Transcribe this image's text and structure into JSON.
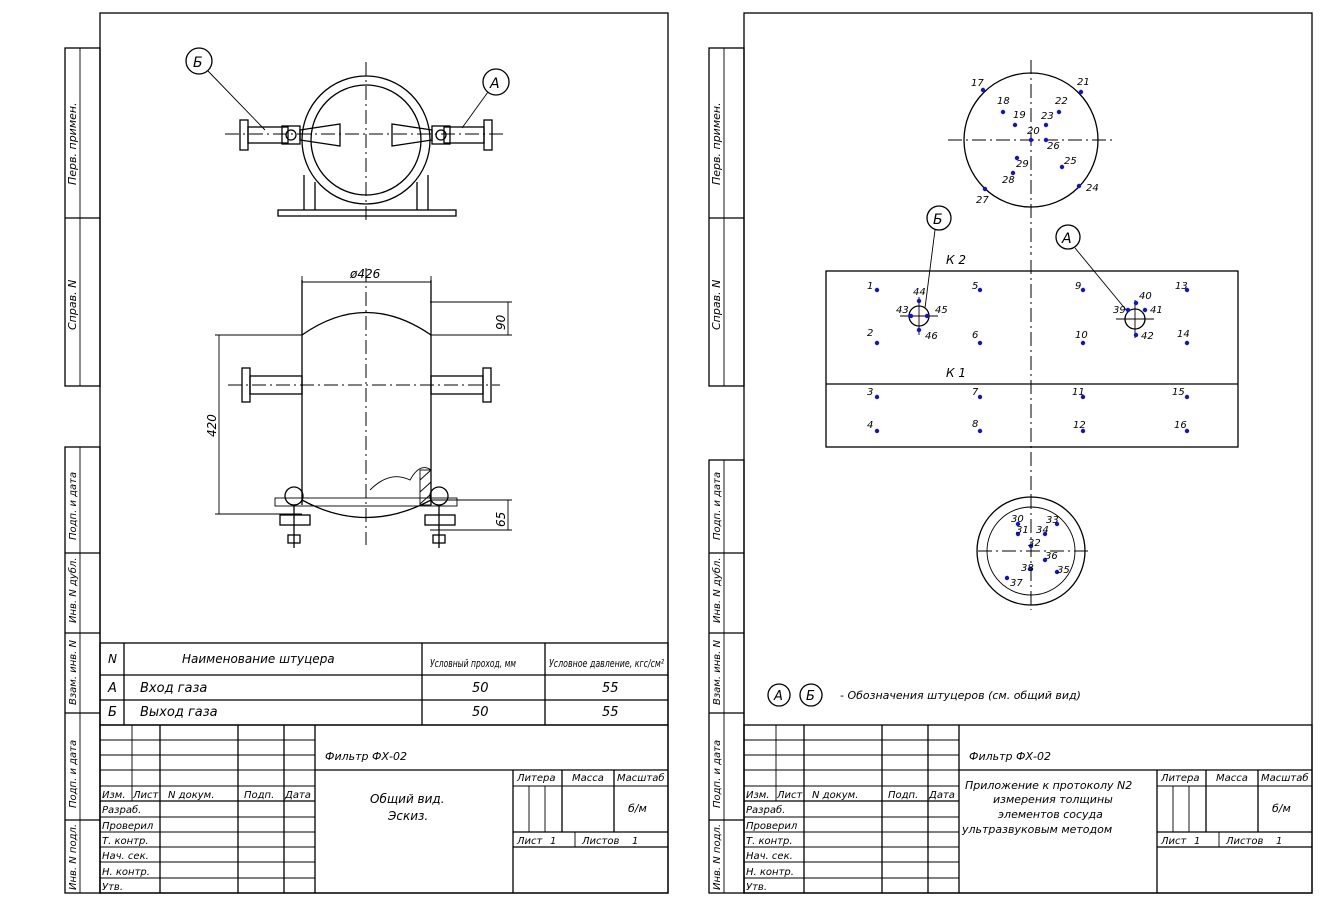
{
  "side_labels": {
    "perv_primen": "Перв. примен.",
    "sprav_n": "Справ. N",
    "podp_i_data": "Подп. и дата",
    "inv_n_dubl": "Инв. N дубл.",
    "vzam_inv_n": "Взам. инв. N",
    "inv_n_podl": "Инв. N подл."
  },
  "callouts": {
    "a": "А",
    "b": "Б"
  },
  "dimensions": {
    "diameter": "ø426",
    "top": "90",
    "height": "420",
    "bottom": "65"
  },
  "nozzle_table": {
    "headers": [
      "N",
      "Наименование штуцера",
      "Условный проход, мм",
      "Условное давление, кгс/см²"
    ],
    "rows": [
      [
        "А",
        "Вход газа",
        "50",
        "55"
      ],
      [
        "Б",
        "Выход газа",
        "50",
        "55"
      ]
    ]
  },
  "stamp_left": {
    "designation": "Фильтр ФХ-02",
    "title_line1": "Общий вид.",
    "title_line2": "Эскиз.",
    "scale": "б/м"
  },
  "stamp_right": {
    "designation": "Фильтр ФХ-02",
    "title_lines": [
      "Приложение к протоколу N2",
      "измерения толщины",
      "элементов сосуда",
      "ультразвуковым методом"
    ],
    "scale": "б/м"
  },
  "stamp_common": {
    "header_cols": [
      "Изм.",
      "Лист",
      "N докум.",
      "Подп.",
      "Дата"
    ],
    "roles": [
      "Разраб.",
      "Проверил",
      "Т. контр.",
      "Нач. сек.",
      "Н. контр.",
      "Утв."
    ],
    "litera": "Литера",
    "massa": "Масса",
    "masshtab": "Масштаб",
    "list": "Лист",
    "list_val": "1",
    "listov": "Листов",
    "listov_val": "1"
  },
  "sections": {
    "k2": "К 2",
    "k1": "К 1"
  },
  "legend_text": "- Обозначения штуцеров (см. общий вид)",
  "points": [
    "1",
    "2",
    "3",
    "4",
    "5",
    "6",
    "7",
    "8",
    "9",
    "10",
    "11",
    "12",
    "13",
    "14",
    "15",
    "16",
    "17",
    "18",
    "19",
    "20",
    "21",
    "22",
    "23",
    "24",
    "25",
    "26",
    "27",
    "28",
    "29",
    "30",
    "31",
    "32",
    "33",
    "34",
    "35",
    "36",
    "37",
    "38",
    "39",
    "40",
    "41",
    "42",
    "43",
    "44",
    "45",
    "46"
  ],
  "colors": {
    "lines": "#000000",
    "points": "#1010e0"
  }
}
